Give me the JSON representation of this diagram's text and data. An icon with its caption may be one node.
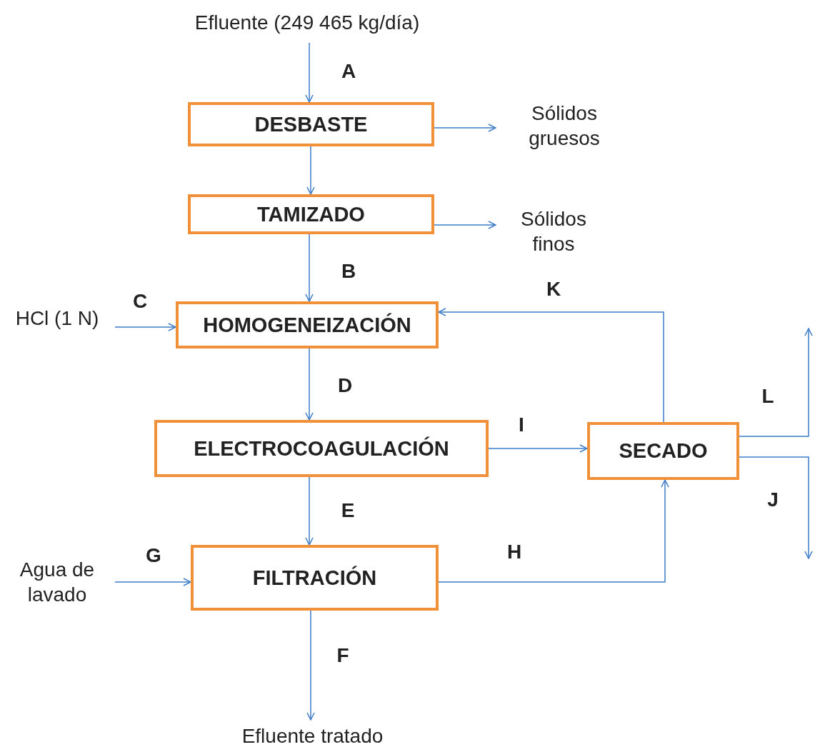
{
  "diagram": {
    "nodes": [
      {
        "text": [
          "Efluente (249 465 kg/día)"
        ]
      },
      {
        "text": [
          "DESBASTE"
        ]
      },
      {
        "text": [
          "Sólidos gruesos"
        ]
      },
      {
        "text": [
          "TAMIZADO"
        ]
      },
      {
        "text": [
          "Sólidos finos"
        ]
      },
      {
        "text": [
          "HCl (1 N)"
        ]
      },
      {
        "text": [
          "HOMOGENEIZACIÓN"
        ]
      },
      {
        "text": [
          "ELECTROCOAGULACIÓN"
        ]
      },
      {
        "text": [
          "SECADO"
        ]
      },
      {
        "text": [
          "Agua de lavado"
        ]
      },
      {
        "text": [
          "FILTRACIÓN"
        ]
      },
      {
        "text": [
          "Efluente tratado"
        ]
      }
    ],
    "edges": [
      {
        "from": 0,
        "to": 1,
        "arrow": "to",
        "label": "A"
      },
      {
        "from": 1,
        "to": 2,
        "arrow": "to"
      },
      {
        "from": 1,
        "to": 3,
        "arrow": "to"
      },
      {
        "from": 3,
        "to": 4,
        "arrow": "to"
      },
      {
        "from": 3,
        "to": 6,
        "arrow": "to",
        "label": "B"
      },
      {
        "from": 5,
        "to": 6,
        "arrow": "to",
        "label": "C"
      },
      {
        "from": 8,
        "to": 6,
        "arrow": "to",
        "label": "K"
      },
      {
        "from": 6,
        "to": 7,
        "arrow": "to",
        "label": "D"
      },
      {
        "from": 7,
        "to": 8,
        "arrow": "to",
        "label": "I"
      },
      {
        "from": 7,
        "to": 10,
        "arrow": "to",
        "label": "E"
      },
      {
        "from": 9,
        "to": 10,
        "arrow": "to",
        "label": "G"
      },
      {
        "from": 10,
        "to": 8,
        "arrow": "to",
        "label": "H"
      },
      {
        "from": 10,
        "to": 11,
        "arrow": "to",
        "label": "F"
      },
      {
        "from": 8,
        "to": null,
        "arrow": "to",
        "label": "L"
      },
      {
        "from": 8,
        "to": null,
        "arrow": "to",
        "label": "J"
      }
    ]
  }
}
